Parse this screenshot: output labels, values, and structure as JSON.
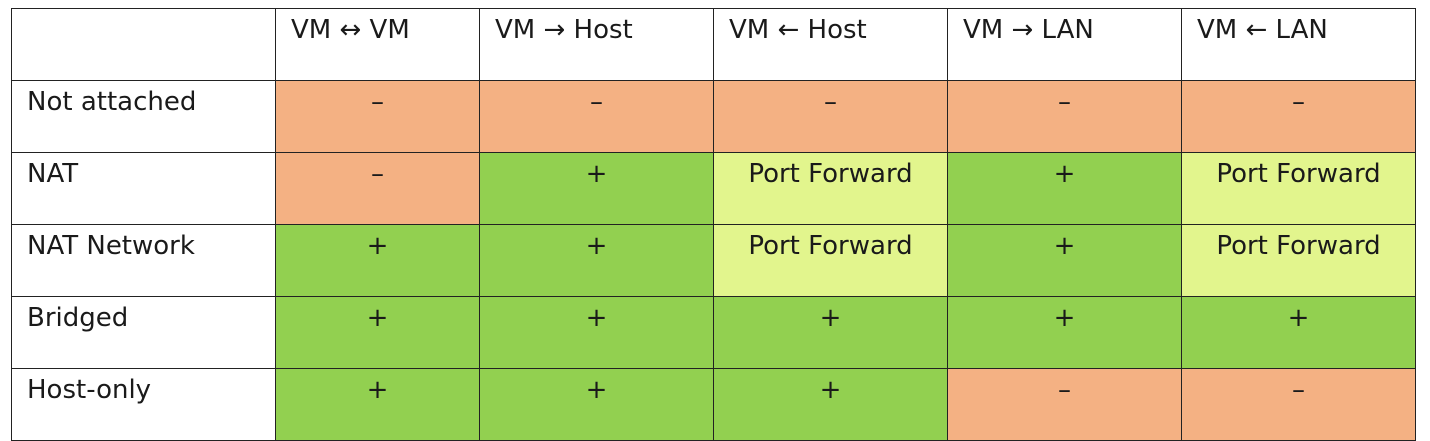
{
  "table": {
    "corner": "",
    "headers": [
      "VM ↔ VM",
      "VM → Host",
      "VM ← Host",
      "VM → LAN",
      "VM ← LAN"
    ],
    "rows": [
      {
        "label": "Not attached",
        "cells": [
          {
            "text": "–",
            "status": "none"
          },
          {
            "text": "–",
            "status": "none"
          },
          {
            "text": "–",
            "status": "none"
          },
          {
            "text": "–",
            "status": "none"
          },
          {
            "text": "–",
            "status": "none"
          }
        ]
      },
      {
        "label": "NAT",
        "cells": [
          {
            "text": "–",
            "status": "none"
          },
          {
            "text": "+",
            "status": "yes"
          },
          {
            "text": "Port Forward",
            "status": "pf"
          },
          {
            "text": "+",
            "status": "yes"
          },
          {
            "text": "Port Forward",
            "status": "pf"
          }
        ]
      },
      {
        "label": "NAT Network",
        "cells": [
          {
            "text": "+",
            "status": "yes"
          },
          {
            "text": "+",
            "status": "yes"
          },
          {
            "text": "Port Forward",
            "status": "pf"
          },
          {
            "text": "+",
            "status": "yes"
          },
          {
            "text": "Port Forward",
            "status": "pf"
          }
        ]
      },
      {
        "label": "Bridged",
        "cells": [
          {
            "text": "+",
            "status": "yes"
          },
          {
            "text": "+",
            "status": "yes"
          },
          {
            "text": "+",
            "status": "yes"
          },
          {
            "text": "+",
            "status": "yes"
          },
          {
            "text": "+",
            "status": "yes"
          }
        ]
      },
      {
        "label": "Host-only",
        "cells": [
          {
            "text": "+",
            "status": "yes"
          },
          {
            "text": "+",
            "status": "yes"
          },
          {
            "text": "+",
            "status": "yes"
          },
          {
            "text": "–",
            "status": "none"
          },
          {
            "text": "–",
            "status": "none"
          }
        ]
      }
    ]
  },
  "colors": {
    "none": "#f4b183",
    "yes": "#92d050",
    "pf": "#e2f58d"
  }
}
